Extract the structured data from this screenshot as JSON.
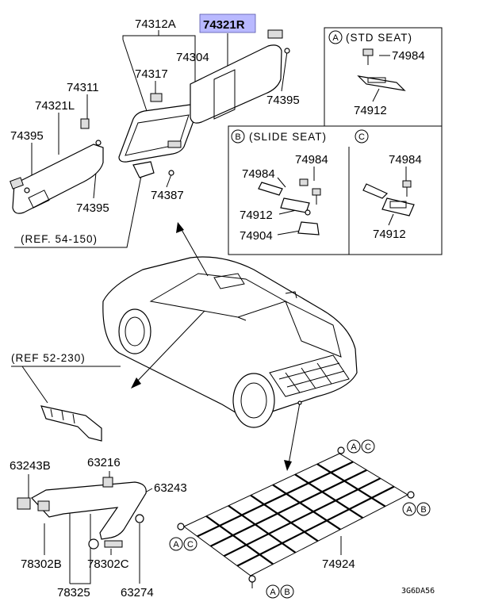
{
  "labels": {
    "p74312A": "74312A",
    "p74321R": "74321R",
    "p74304": "74304",
    "p74317": "74317",
    "p74311": "74311",
    "p74321L": "74321L",
    "p74395_a": "74395",
    "p74395_b": "74395",
    "p74395_c": "74395",
    "p74387": "74387",
    "ref54": "(REF. 54-150)",
    "ref52": "(REF 52-230)",
    "p74984_a": "74984",
    "p74912_a": "74912",
    "p74984_b": "74984",
    "p74984_c": "74984",
    "p74912_b": "74912",
    "p74904": "74904",
    "p74984_d": "74984",
    "p74912_c": "74912",
    "p63243B": "63243B",
    "p63216": "63216",
    "p63243": "63243",
    "p78302B": "78302B",
    "p78302C": "78302C",
    "p78325": "78325",
    "p63274": "63274",
    "p74924": "74924",
    "code": "3G6DA56"
  },
  "box_std": {
    "letter": "A",
    "title": "(STD SEAT)"
  },
  "box_slide": {
    "letter_b": "B",
    "title": "(SLIDE SEAT)",
    "letter_c": "C"
  },
  "markers": {
    "ac_top": [
      "A",
      "C"
    ],
    "ab_right": [
      "A",
      "B"
    ],
    "ac_left": [
      "A",
      "C"
    ],
    "ab_bottom": [
      "A",
      "B"
    ]
  },
  "colors": {
    "highlight": "#b9b9ff",
    "line": "#000000"
  }
}
